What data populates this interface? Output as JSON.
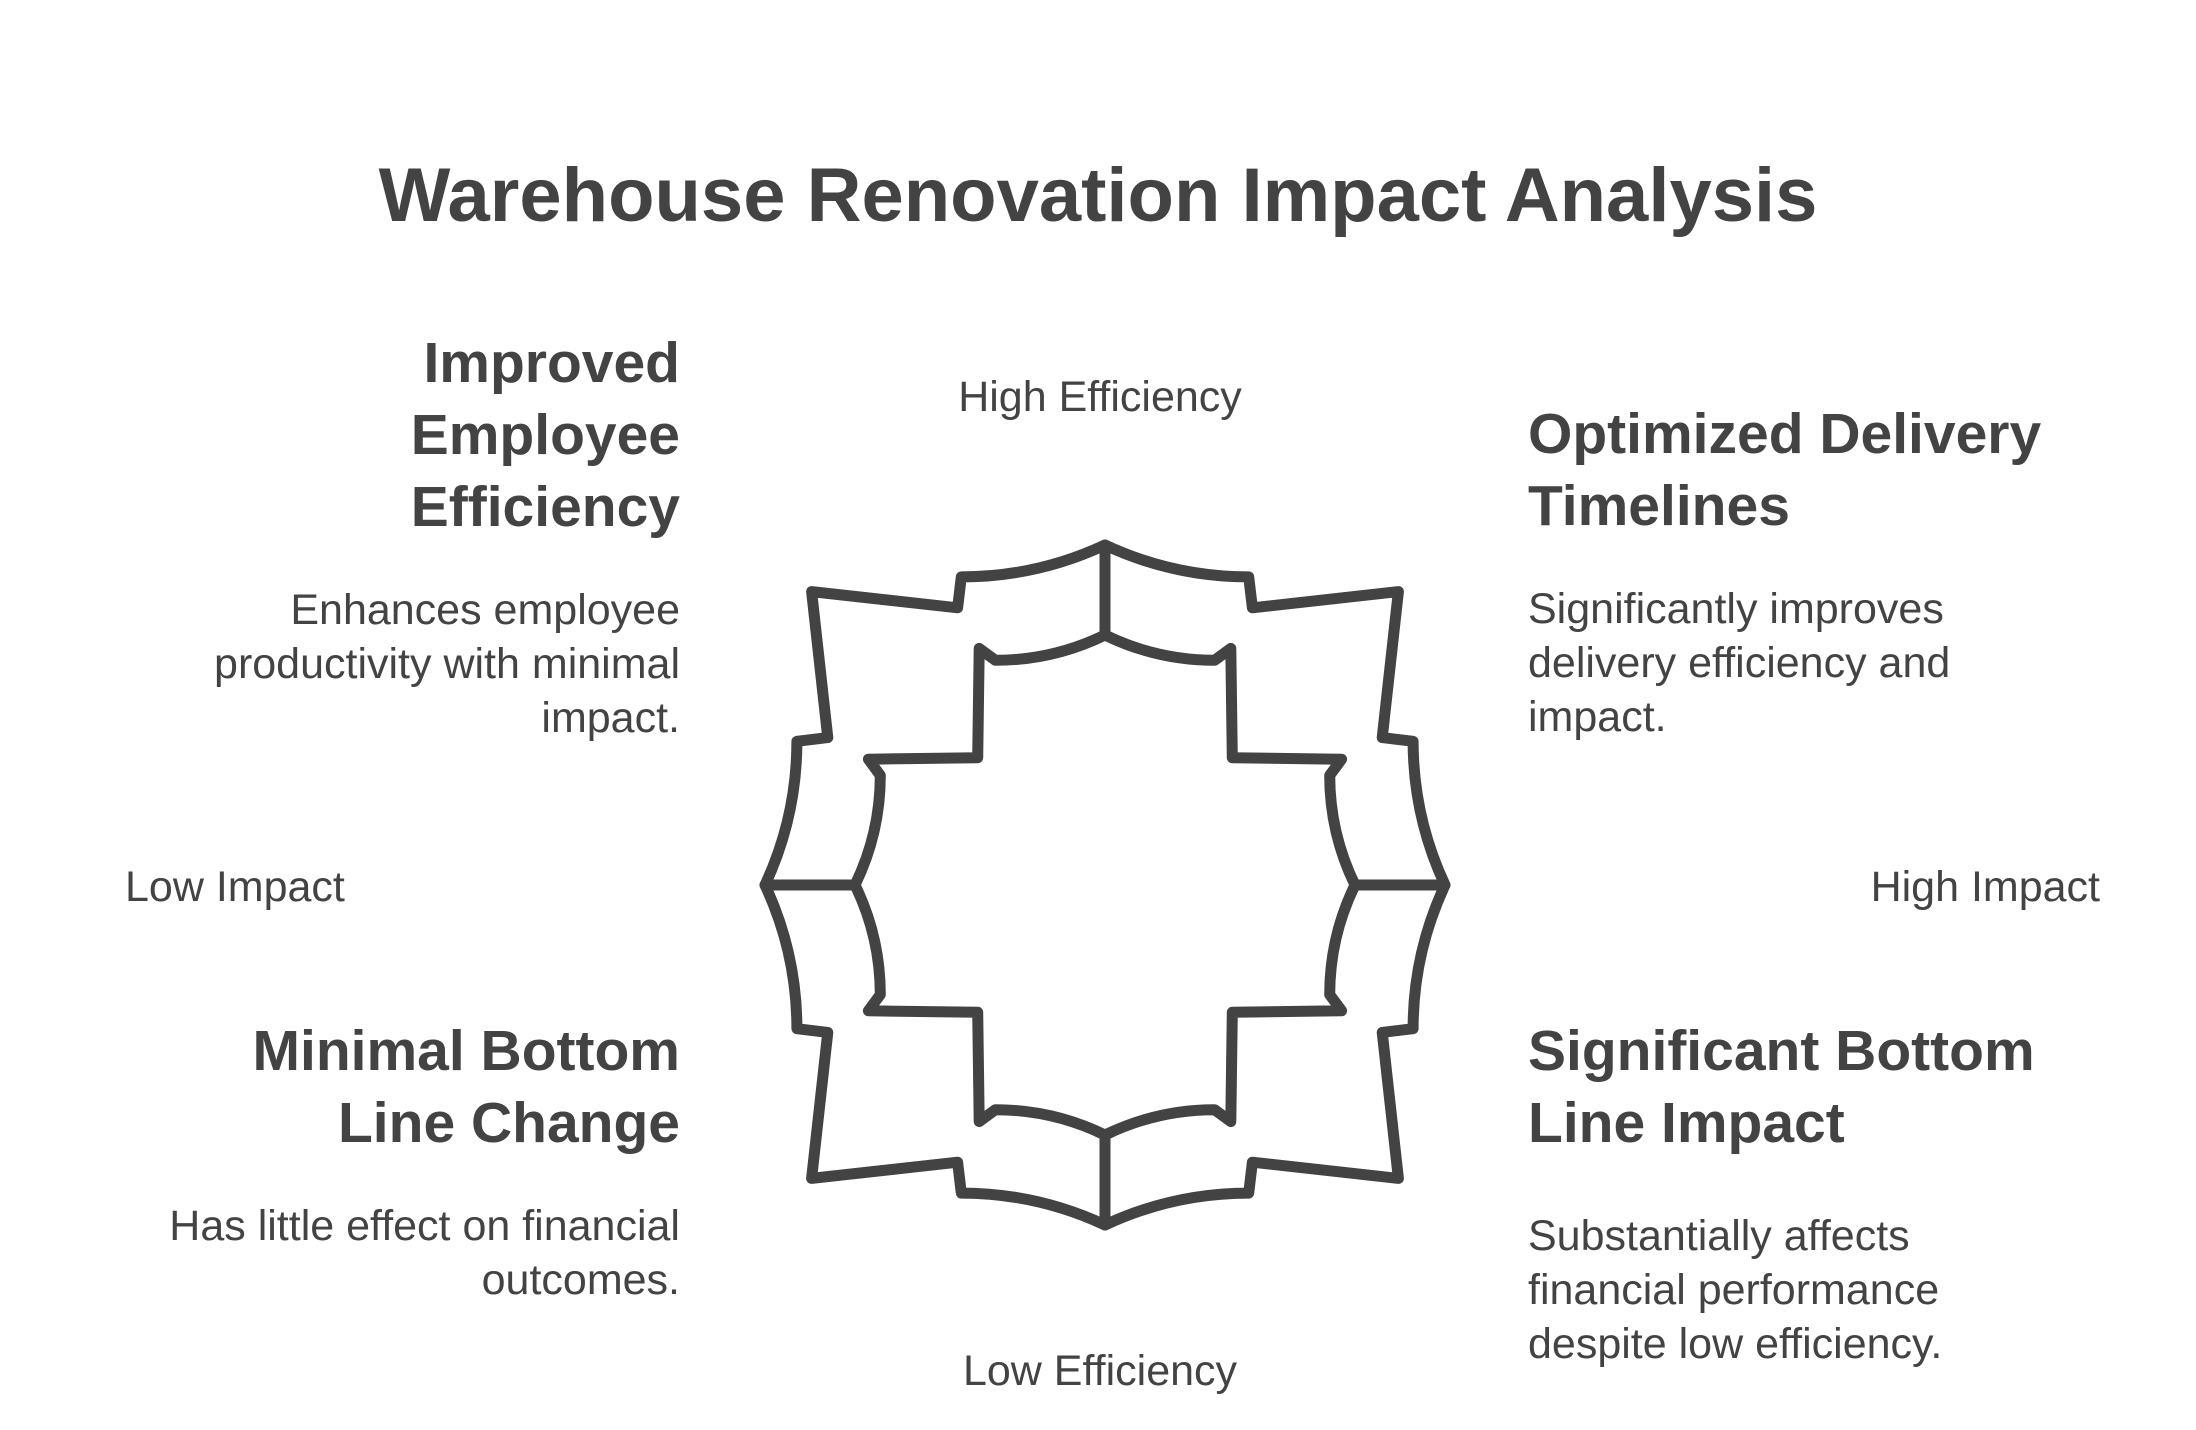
{
  "title": "Warehouse Renovation Impact Analysis",
  "axes": {
    "top": "High Efficiency",
    "bottom": "Low Efficiency",
    "left": "Low Impact",
    "right": "High Impact"
  },
  "quadrants": {
    "top_left": {
      "title_lines": [
        "Improved",
        "Employee",
        "Efficiency"
      ],
      "desc_lines": [
        "Enhances employee",
        "productivity with minimal",
        "impact."
      ]
    },
    "top_right": {
      "title_lines": [
        "Optimized Delivery",
        "Timelines"
      ],
      "desc_lines": [
        "Significantly improves",
        "delivery efficiency and",
        "impact."
      ]
    },
    "bottom_left": {
      "title_lines": [
        "Minimal Bottom",
        "Line Change"
      ],
      "desc_lines": [
        "Has little effect on financial",
        "outcomes."
      ]
    },
    "bottom_right": {
      "title_lines": [
        "Significant Bottom",
        "Line Impact"
      ],
      "desc_lines": [
        "Substantially affects",
        "financial performance",
        "despite low efficiency."
      ]
    }
  },
  "colors": {
    "ink": "#434343",
    "background": "#ffffff"
  }
}
